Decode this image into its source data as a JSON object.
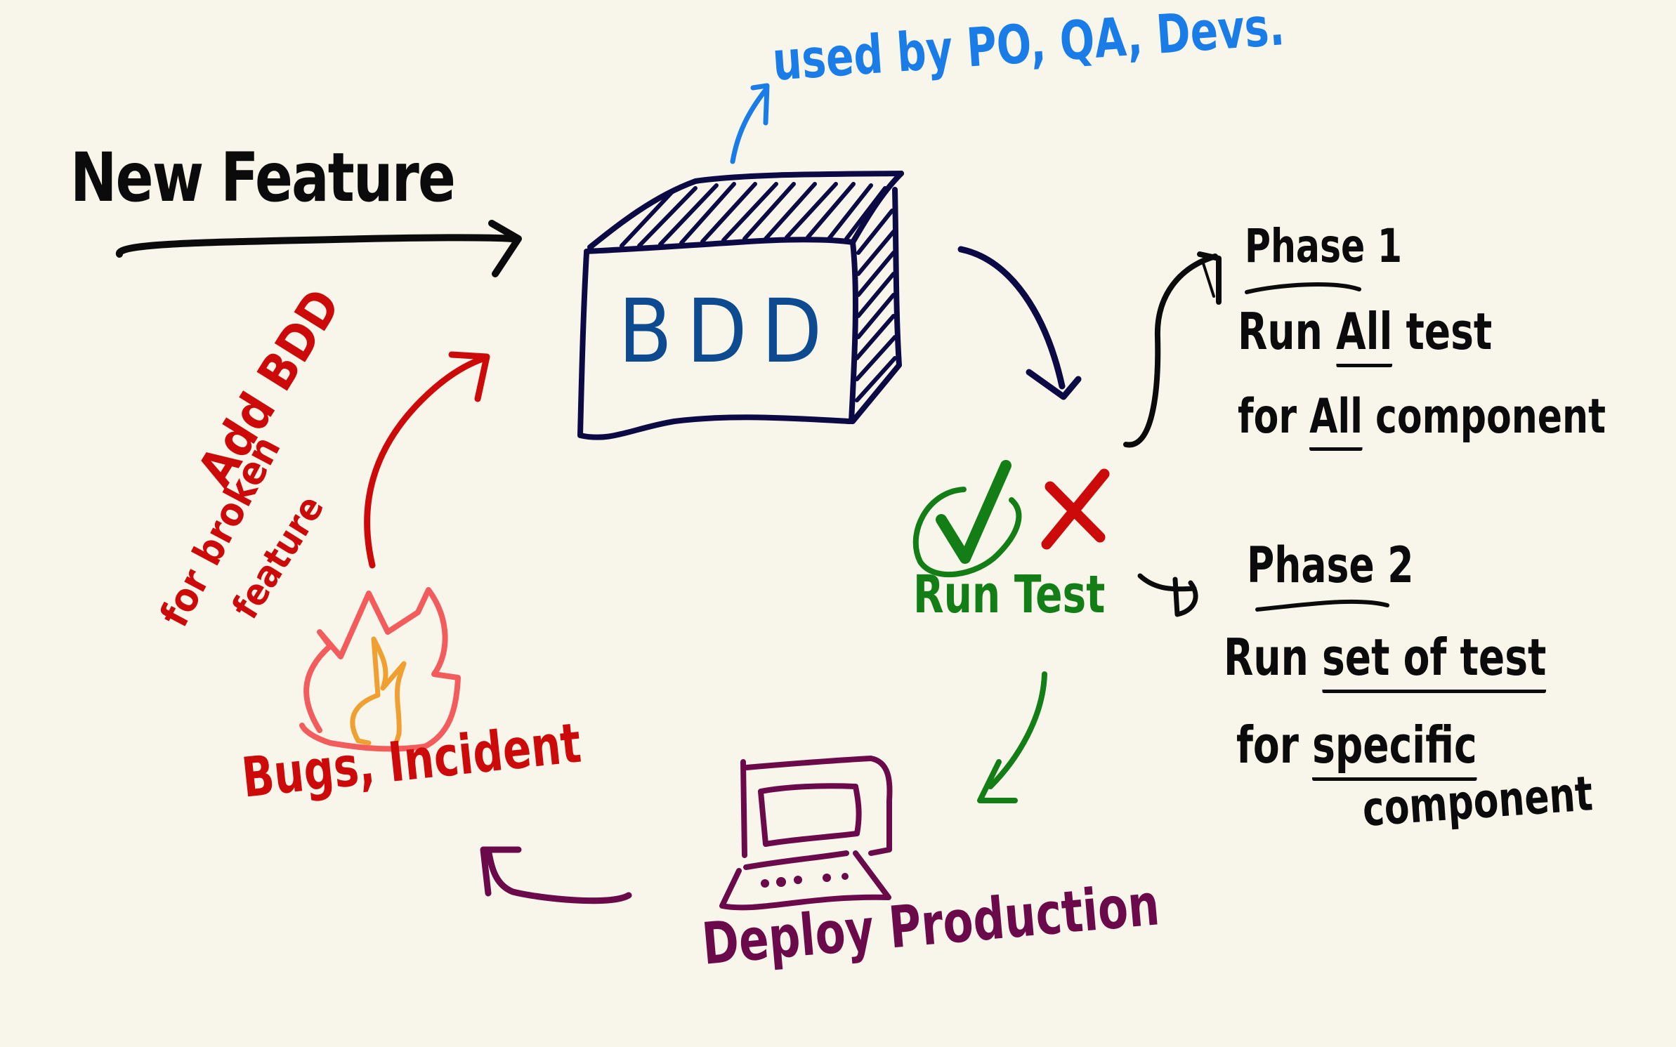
{
  "colors": {
    "background": "#f8f5ea",
    "black": "#0b0b0b",
    "navy": "#0c0a45",
    "bdd_blue": "#0d4a8f",
    "sky_blue": "#1a7ce6",
    "red": "#cc0a0a",
    "salmon": "#f25c5c",
    "orange": "#f0a030",
    "green": "#137d16",
    "purple": "#6b0a4a"
  },
  "nodes": {
    "new_feature": {
      "label": "New Feature"
    },
    "bdd": {
      "label": "BDD",
      "annotation": "used by PO, QA, Devs."
    },
    "run_test": {
      "label": "Run Test",
      "pass_icon": "check-circle-icon",
      "fail_icon": "cross-icon"
    },
    "phase1": {
      "title": "Phase 1",
      "line1_prefix": "Run",
      "line1_emph": "All",
      "line1_suffix": "test",
      "line2_prefix": "for",
      "line2_emph": "All",
      "line2_suffix": "component"
    },
    "phase2": {
      "title": "Phase 2",
      "line1_prefix": "Run",
      "line1_emph": "set of test",
      "line2_prefix": "for",
      "line2_emph": "specific",
      "line3": "component"
    },
    "deploy": {
      "label": "Deploy Production",
      "icon": "computer-icon"
    },
    "bugs": {
      "label": "Bugs, Incident",
      "icon": "fire-icon"
    },
    "feedback": {
      "line1": "Add BDD",
      "line2": "for broken",
      "line3": "feature"
    }
  },
  "edges": [
    {
      "from": "new_feature",
      "to": "bdd"
    },
    {
      "from": "bdd",
      "to": "run_test"
    },
    {
      "from": "run_test",
      "to": "phase1"
    },
    {
      "from": "run_test",
      "to": "phase2"
    },
    {
      "from": "run_test",
      "to": "deploy"
    },
    {
      "from": "deploy",
      "to": "bugs"
    },
    {
      "from": "bugs",
      "to": "bdd"
    }
  ]
}
